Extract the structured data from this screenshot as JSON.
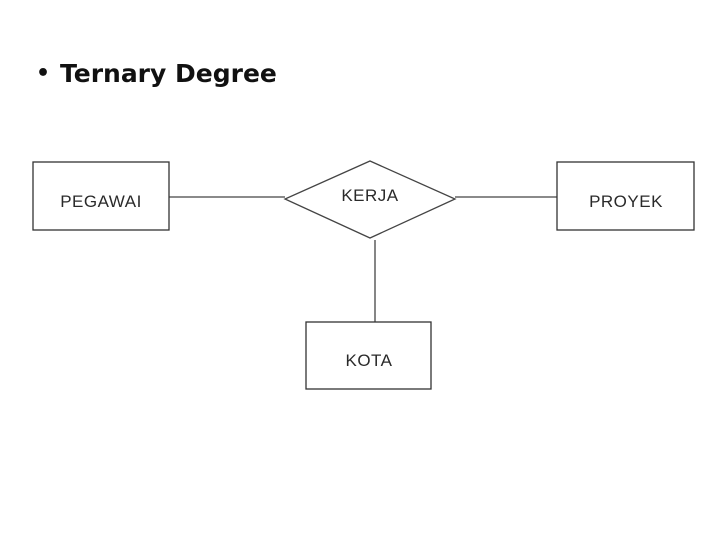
{
  "slide": {
    "bullet": "•",
    "title": "Ternary Degree"
  },
  "diagram": {
    "entities": {
      "pegawai": "PEGAWAI",
      "proyek": "PROYEK",
      "kota": "KOTA"
    },
    "relationship": "KERJA",
    "stroke_color": "#444444"
  }
}
